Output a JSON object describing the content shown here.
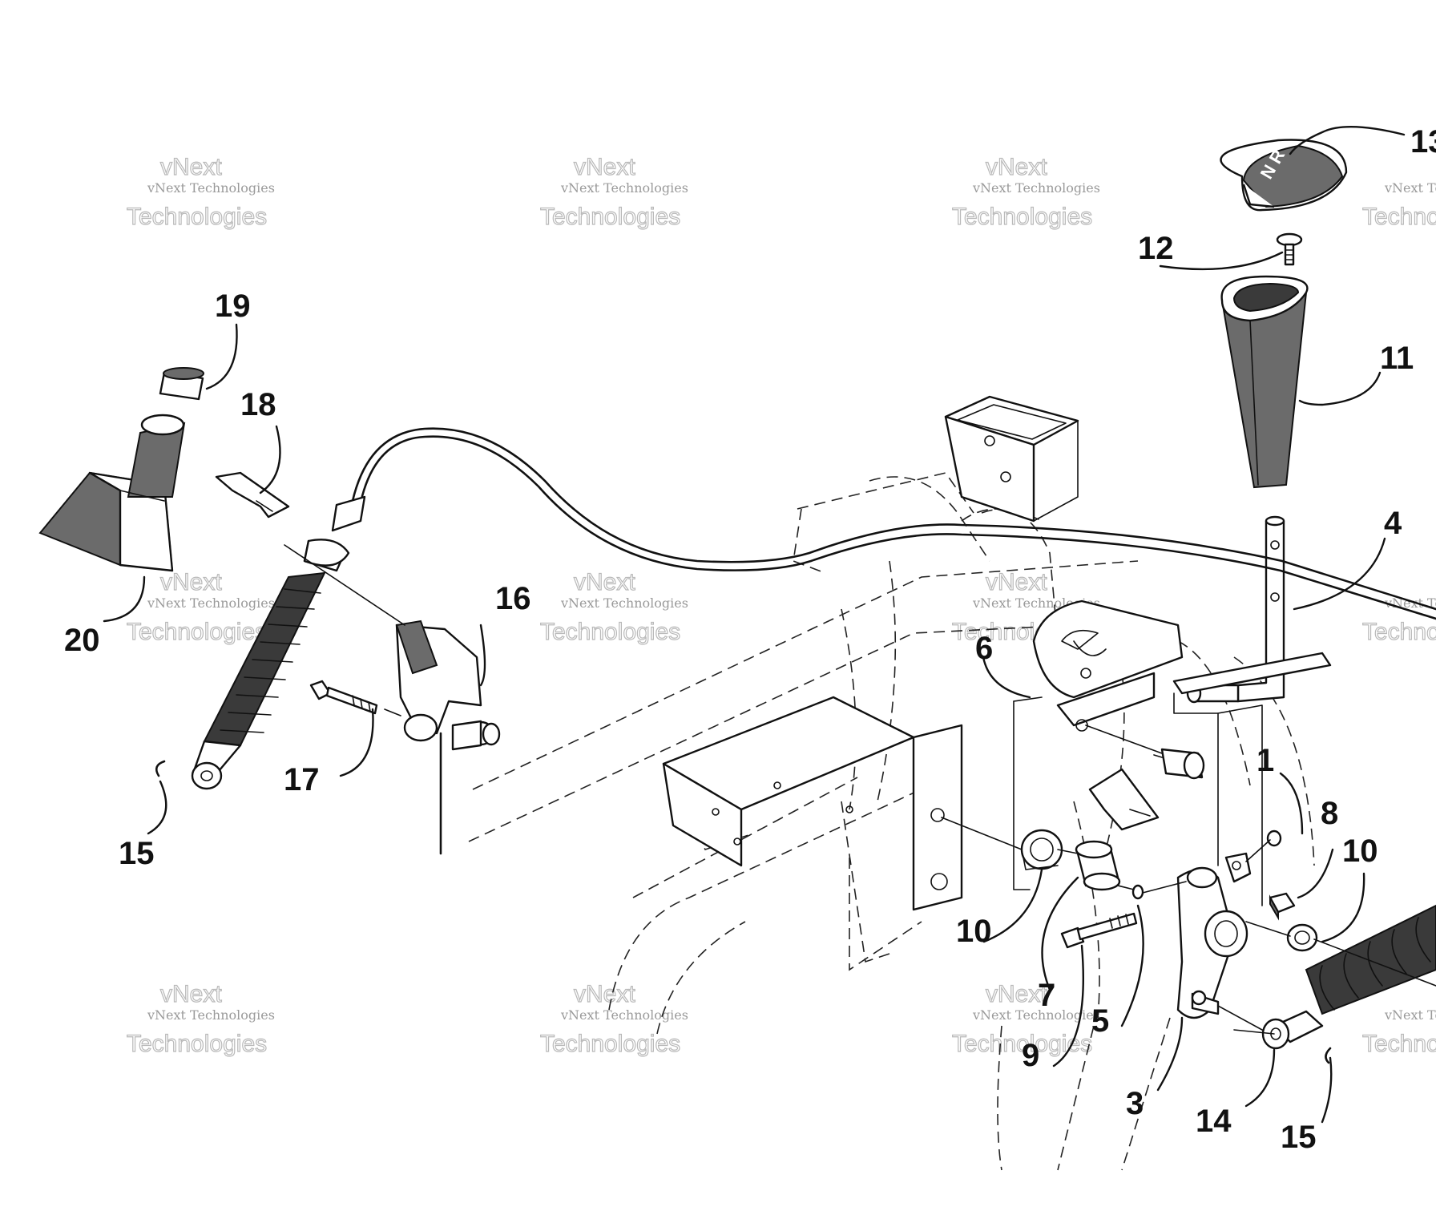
{
  "watermark": {
    "line1": "vNext Technologies",
    "line2": "vNext",
    "line3": "Technologies"
  },
  "callouts": {
    "c1": "1",
    "c3": "3",
    "c4": "4",
    "c5": "5",
    "c6": "6",
    "c7": "7",
    "c8": "8",
    "c9": "9",
    "c10a": "10",
    "c10b": "10",
    "c11": "11",
    "c12": "12",
    "c13": "13",
    "c14": "14",
    "c15a": "15",
    "c15b": "15",
    "c16": "16",
    "c17": "17",
    "c18": "18",
    "c19": "19",
    "c20": "20"
  },
  "knob_marking": "N R"
}
